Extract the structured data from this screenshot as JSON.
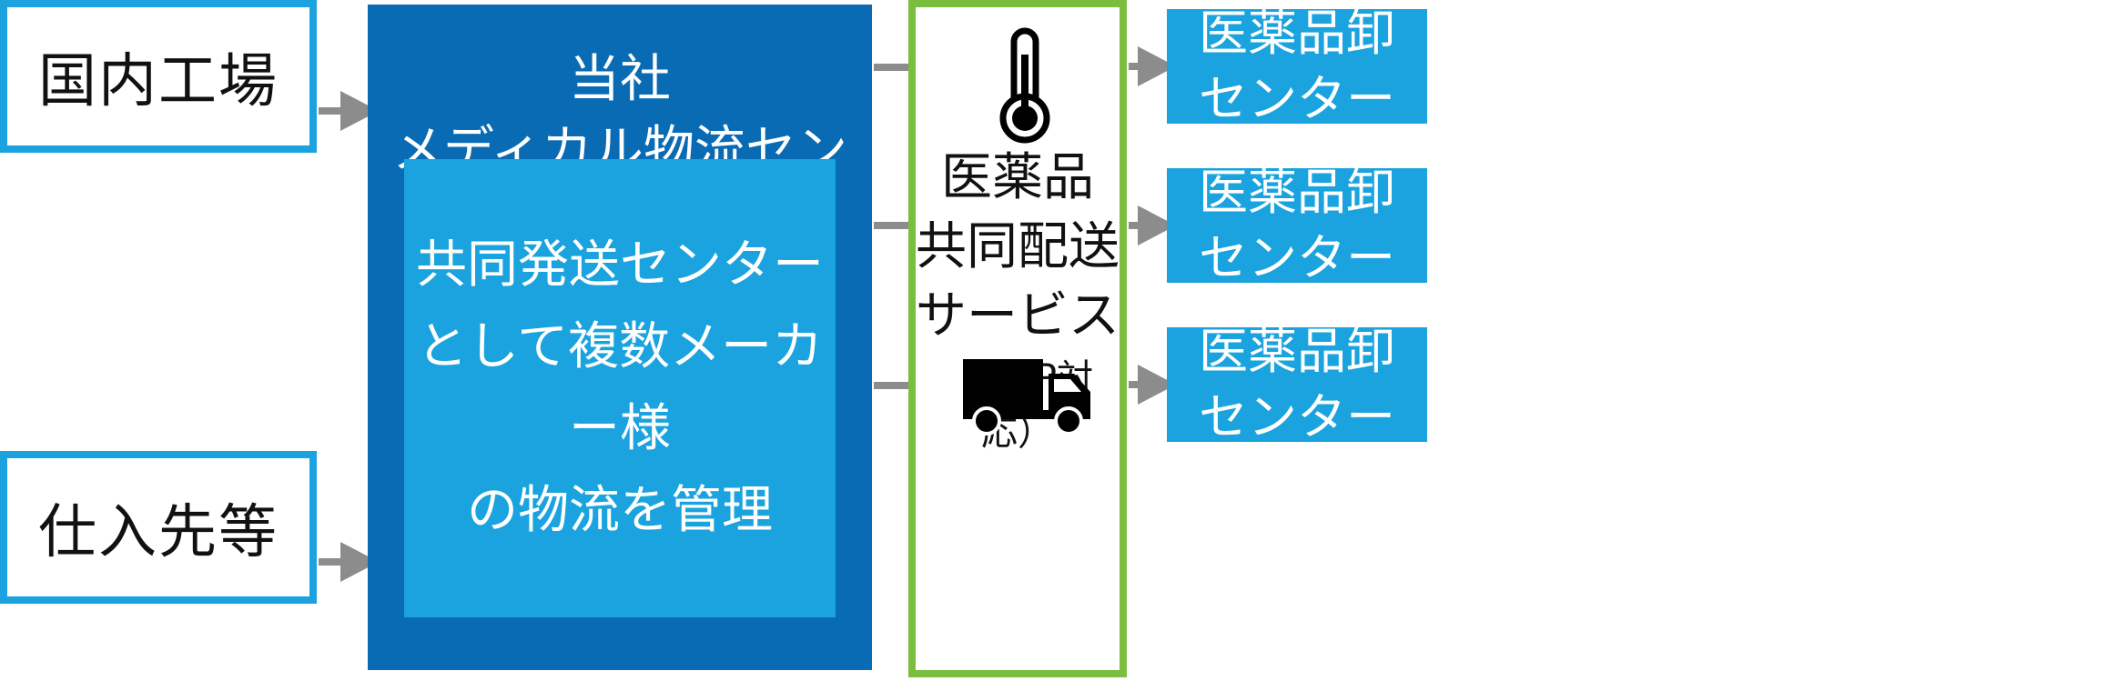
{
  "sources": [
    {
      "label": "国内工場"
    },
    {
      "label": "仕入先等"
    }
  ],
  "center": {
    "title_line1": "当社",
    "title_line2": "メディカル物流センター",
    "inner_line1": "共同発送センター",
    "inner_line2": "として複数メーカー様",
    "inner_line3": "の物流を管理"
  },
  "service": {
    "line1": "医薬品",
    "line2": "共同配送",
    "line3": "サービス",
    "line4": "（GDP対応）",
    "icons": [
      "thermometer-icon",
      "truck-icon"
    ]
  },
  "destinations": [
    {
      "line1": "医薬品卸",
      "line2": "センター"
    },
    {
      "line1": "医薬品卸",
      "line2": "センター"
    },
    {
      "line1": "医薬品卸",
      "line2": "センター"
    }
  ],
  "colors": {
    "source_border": "#1aa3de",
    "center_fill": "#0a6bb5",
    "inner_fill": "#1aa3de",
    "service_border": "#7abd3f",
    "destination_fill": "#1aa3de",
    "arrow": "#8c8c8c"
  }
}
